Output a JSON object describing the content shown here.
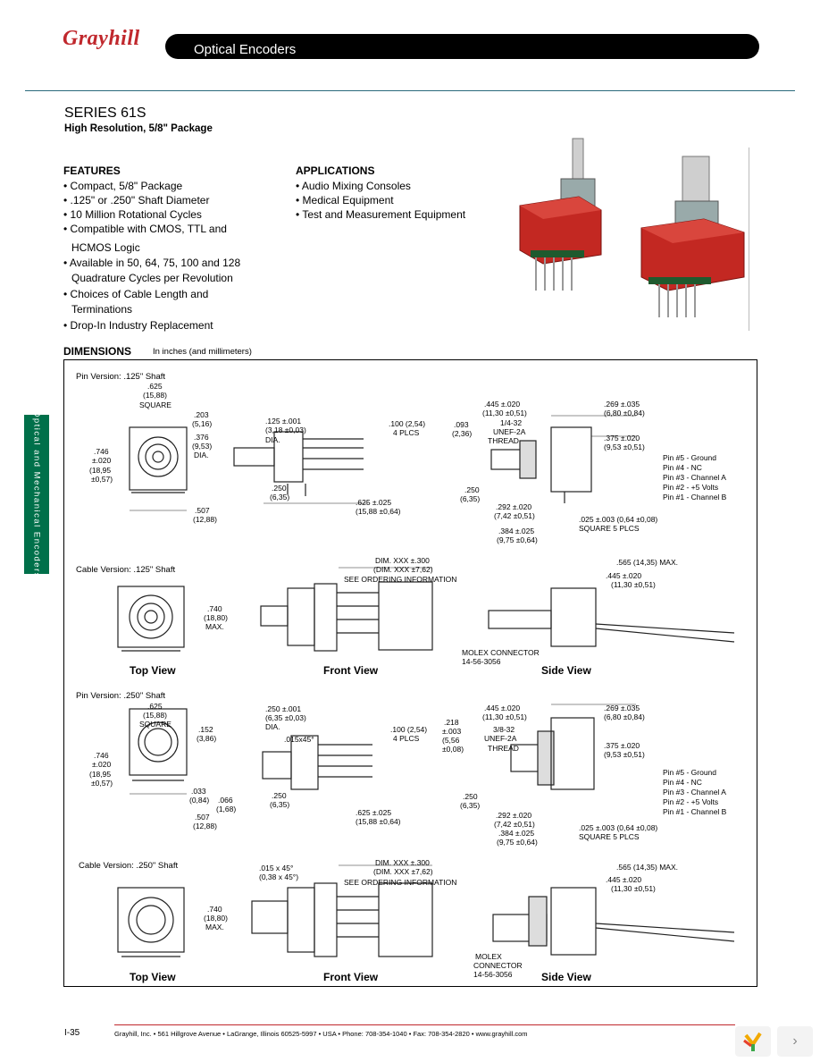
{
  "header": {
    "brand": "Grayhill",
    "title": "Optical Encoders"
  },
  "series": {
    "title": "SERIES 61S",
    "subtitle": "High Resolution, 5/8\" Package"
  },
  "features": {
    "heading": "FEATURES",
    "items": [
      "• Compact, 5/8\" Package",
      "• .125\" or .250\" Shaft Diameter",
      "• 10 Million Rotational Cycles",
      "• Compatible with CMOS, TTL and",
      "HCMOS Logic",
      "• Available in 50, 64, 75, 100 and 128",
      "Quadrature Cycles per Revolution",
      "• Choices of Cable Length and",
      "Terminations",
      "• Drop-In Industry Replacement"
    ]
  },
  "applications": {
    "heading": "APPLICATIONS",
    "items": [
      "• Audio Mixing Consoles",
      "• Medical Equipment",
      "• Test and Measurement Equipment"
    ]
  },
  "side_tab": {
    "label": "Optical and Mechanical Encoders"
  },
  "dimensions": {
    "heading": "DIMENSIONS",
    "note": "In inches (and millimeters)",
    "sections": [
      "Pin Version: .125\" Shaft",
      "Cable Version: .125\" Shaft",
      "Pin Version: .250\" Shaft",
      "Cable Version: .250\" Shaft"
    ],
    "views": {
      "top": "Top View",
      "front": "Front View",
      "side": "Side View"
    },
    "pinout": [
      "Pin #5 - Ground",
      "Pin #4 - NC",
      "Pin #3 - Channel A",
      "Pin #2 - +5 Volts",
      "Pin #1 - Channel B"
    ],
    "dims": {
      "d625": ".625",
      "d625mm": "(15,88)",
      "square": "SQUARE",
      "d203": ".203",
      "d203mm": "(5,16)",
      "d376": ".376",
      "d376mm": "(9,53)",
      "dia": "DIA.",
      "d746": ".746",
      "d746b": "±.020",
      "d746mm": "(18,95",
      "d746mmb": "±0,57)",
      "d507": ".507",
      "d507mm": "(12,88)",
      "d125": ".125 ±.001",
      "d125mm": "(3,18 ±0,03)",
      "d100": ".100 (2,54)",
      "plcs": "4 PLCS",
      "d250": ".250",
      "d250mm": "(6,35)",
      "d625t": ".625 ±.025",
      "d625tmm": "(15,88 ±0,64)",
      "d445": ".445 ±.020",
      "d445mm": "(11,30 ±0,51)",
      "d269": ".269 ±.035",
      "d269mm": "(6,80 ±0,84)",
      "d375": ".375 ±.020",
      "d375mm": "(9,53 ±0,51)",
      "thread1": "1/4-32",
      "thread1b": "UNEF-2A",
      "thread": "THREAD",
      "d093": ".093",
      "d093mm": "(2,36)",
      "d292": ".292 ±.020",
      "d292mm": "(7,42 ±0,51)",
      "d384": ".384 ±.025",
      "d384mm": "(9,75 ±0,64)",
      "d025": ".025 ±.003 (0,64 ±0,08)",
      "sq5": "SQUARE 5 PLCS",
      "dimxxx": "DIM. XXX ±.300",
      "dimxxxmm": "(DIM. XXX ±7,62)",
      "seeord": "SEE ORDERING INFORMATION",
      "d565": ".565 (14,35) MAX.",
      "d740": ".740",
      "d740mm": "(18,80)",
      "max": "MAX.",
      "molex": "MOLEX CONNECTOR",
      "molexpn": "14-56-3056",
      "d152": ".152",
      "d152mm": "(3,86)",
      "d033": ".033",
      "d033mm": "(0,84)",
      "d066": ".066",
      "d066mm": "(1,68)",
      "d250s": ".250 ±.001",
      "d250smm": "(6,35 ±0,03)",
      "d015": ".015x45°",
      "d015b": ".015 x 45°",
      "d015mm": "(0,38 x 45°)",
      "d218": ".218",
      "d218b": "±.003",
      "d218mm": "(5,56",
      "d218mmb": "±0,08)",
      "thread2": "3/8-32",
      "molex2": "MOLEX",
      "connector": "CONNECTOR"
    }
  },
  "footer": {
    "page": "I-35",
    "address": "Grayhill, Inc. • 561 Hillgrove Avenue • LaGrange, Illinois  60525-5997 • USA • Phone: 708-354-1040 • Fax: 708-354-2820 • www.grayhill.com"
  },
  "colors": {
    "brand_red": "#c0282d",
    "tab_green": "#00704a",
    "rule_teal": "#2b6a7c"
  }
}
